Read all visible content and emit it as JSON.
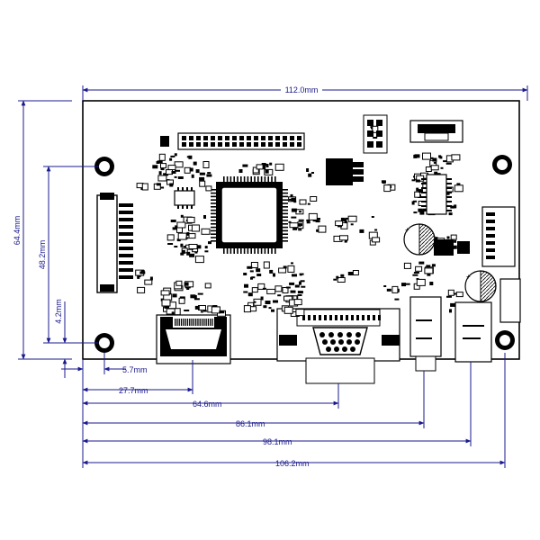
{
  "dimensions": {
    "width_total": "112.0mm",
    "height_total": "64.4mm",
    "hole_spacing_vertical": "48.2mm",
    "hole_offset_bottom": "4.2mm",
    "hole_offset_left": "5.7mm",
    "hdmi_center": "27.7mm",
    "vga_center": "64.6mm",
    "audio_center": "86.1mm",
    "jack_center": "98.1mm",
    "hole_right_center": "106.2mm"
  },
  "colors": {
    "dimension_line": "#1a1a8c",
    "board_outline": "#000000",
    "component": "#000000"
  }
}
